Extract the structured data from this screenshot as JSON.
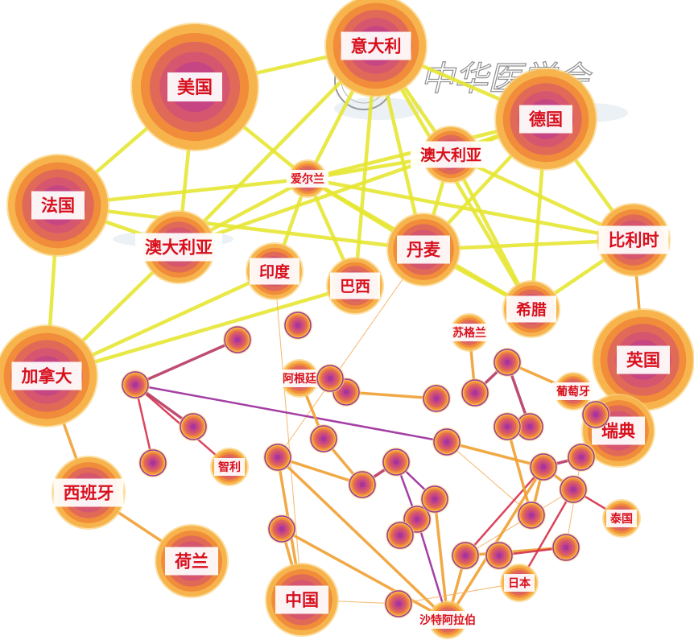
{
  "watermark": {
    "text": "中华医学会"
  },
  "nodes": [
    {
      "id": "usa",
      "label": "美国",
      "size": "xl"
    },
    {
      "id": "italy",
      "label": "意大利",
      "size": "l"
    },
    {
      "id": "germany",
      "label": "德国",
      "size": "l"
    },
    {
      "id": "australia_top",
      "label": "澳大利亚",
      "size": "s"
    },
    {
      "id": "ireland",
      "label": "爱尔兰",
      "size": "xs"
    },
    {
      "id": "france",
      "label": "法国",
      "size": "l"
    },
    {
      "id": "australia",
      "label": "澳大利亚",
      "size": "m"
    },
    {
      "id": "india",
      "label": "印度",
      "size": "s"
    },
    {
      "id": "brazil",
      "label": "巴西",
      "size": "s"
    },
    {
      "id": "denmark",
      "label": "丹麦",
      "size": "m"
    },
    {
      "id": "belgium",
      "label": "比利时",
      "size": "m"
    },
    {
      "id": "greece",
      "label": "希腊",
      "size": "s"
    },
    {
      "id": "uk",
      "label": "英国",
      "size": "l"
    },
    {
      "id": "canada",
      "label": "加拿大",
      "size": "l"
    },
    {
      "id": "scotland",
      "label": "苏格兰",
      "size": "xs"
    },
    {
      "id": "argentina",
      "label": "阿根廷",
      "size": "xs"
    },
    {
      "id": "portugal",
      "label": "葡萄牙",
      "size": "xs"
    },
    {
      "id": "sweden",
      "label": "瑞典",
      "size": "m"
    },
    {
      "id": "chile",
      "label": "智利",
      "size": "xs"
    },
    {
      "id": "spain",
      "label": "西班牙",
      "size": "m"
    },
    {
      "id": "thailand",
      "label": "泰国",
      "size": "xs"
    },
    {
      "id": "netherlands",
      "label": "荷兰",
      "size": "m"
    },
    {
      "id": "japan",
      "label": "日本",
      "size": "xs"
    },
    {
      "id": "china",
      "label": "中国",
      "size": "m"
    },
    {
      "id": "saudi",
      "label": "沙特阿拉伯",
      "size": "xs"
    },
    {
      "id": "u1",
      "label": "",
      "size": "xxs"
    },
    {
      "id": "u2",
      "label": "",
      "size": "xxs"
    },
    {
      "id": "u3",
      "label": "",
      "size": "xxs"
    },
    {
      "id": "u4",
      "label": "",
      "size": "xxs"
    },
    {
      "id": "u5",
      "label": "",
      "size": "xxs"
    },
    {
      "id": "u6",
      "label": "",
      "size": "xxs"
    },
    {
      "id": "u7",
      "label": "",
      "size": "xxs"
    },
    {
      "id": "u8",
      "label": "",
      "size": "xxs"
    },
    {
      "id": "u9",
      "label": "",
      "size": "xxs"
    },
    {
      "id": "u10",
      "label": "",
      "size": "xxs"
    },
    {
      "id": "u11",
      "label": "",
      "size": "xxs"
    },
    {
      "id": "u12",
      "label": "",
      "size": "xxs"
    },
    {
      "id": "u13",
      "label": "",
      "size": "xxs"
    },
    {
      "id": "u14",
      "label": "",
      "size": "xxs"
    },
    {
      "id": "u15",
      "label": "",
      "size": "xxs"
    },
    {
      "id": "u16",
      "label": "",
      "size": "xxs"
    },
    {
      "id": "u17",
      "label": "",
      "size": "xxs"
    },
    {
      "id": "u18",
      "label": "",
      "size": "xxs"
    },
    {
      "id": "u19",
      "label": "",
      "size": "xxs"
    },
    {
      "id": "u20",
      "label": "",
      "size": "xxs"
    },
    {
      "id": "u21",
      "label": "",
      "size": "xxs"
    },
    {
      "id": "u22",
      "label": "",
      "size": "xxs"
    },
    {
      "id": "u23",
      "label": "",
      "size": "xxs"
    },
    {
      "id": "u24",
      "label": "",
      "size": "xxs"
    },
    {
      "id": "u25",
      "label": "",
      "size": "xxs"
    },
    {
      "id": "u26",
      "label": "",
      "size": "xxs"
    },
    {
      "id": "u27",
      "label": "",
      "size": "xxs"
    },
    {
      "id": "u28",
      "label": "",
      "size": "xxs"
    },
    {
      "id": "u29",
      "label": "",
      "size": "xxs"
    },
    {
      "id": "u30",
      "label": "",
      "size": "xxs"
    }
  ],
  "edges": [
    [
      "usa",
      "italy",
      "y"
    ],
    [
      "usa",
      "australia",
      "y"
    ],
    [
      "usa",
      "france",
      "y"
    ],
    [
      "usa",
      "ireland",
      "y"
    ],
    [
      "italy",
      "germany",
      "y"
    ],
    [
      "italy",
      "ireland",
      "y"
    ],
    [
      "italy",
      "denmark",
      "y"
    ],
    [
      "italy",
      "australia",
      "y"
    ],
    [
      "italy",
      "brazil",
      "y"
    ],
    [
      "italy",
      "greece",
      "y"
    ],
    [
      "italy",
      "australia_top",
      "y"
    ],
    [
      "germany",
      "australia_top",
      "y"
    ],
    [
      "germany",
      "belgium",
      "y"
    ],
    [
      "germany",
      "denmark",
      "y"
    ],
    [
      "germany",
      "greece",
      "y"
    ],
    [
      "germany",
      "ireland",
      "y"
    ],
    [
      "germany",
      "australia",
      "y"
    ],
    [
      "australia_top",
      "ireland",
      "y"
    ],
    [
      "australia_top",
      "denmark",
      "y"
    ],
    [
      "australia_top",
      "greece",
      "y"
    ],
    [
      "australia_top",
      "belgium",
      "y"
    ],
    [
      "ireland",
      "france",
      "y"
    ],
    [
      "ireland",
      "australia",
      "y"
    ],
    [
      "ireland",
      "india",
      "y"
    ],
    [
      "ireland",
      "brazil",
      "y"
    ],
    [
      "ireland",
      "denmark",
      "y"
    ],
    [
      "ireland",
      "belgium",
      "y"
    ],
    [
      "ireland",
      "greece",
      "y"
    ],
    [
      "france",
      "australia",
      "y"
    ],
    [
      "france",
      "canada",
      "y"
    ],
    [
      "france",
      "denmark",
      "y"
    ],
    [
      "australia",
      "canada",
      "y"
    ],
    [
      "india",
      "canada",
      "y"
    ],
    [
      "brazil",
      "canada",
      "y"
    ],
    [
      "denmark",
      "belgium",
      "y"
    ],
    [
      "denmark",
      "greece",
      "y"
    ],
    [
      "belgium",
      "greece",
      "y"
    ],
    [
      "belgium",
      "uk",
      "o"
    ],
    [
      "canada",
      "spain",
      "o"
    ],
    [
      "spain",
      "netherlands",
      "o"
    ],
    [
      "denmark",
      "u7",
      "ot"
    ],
    [
      "india",
      "china",
      "ot"
    ],
    [
      "scotland",
      "u5",
      "o"
    ],
    [
      "u1",
      "u2",
      "m"
    ],
    [
      "u1",
      "chile",
      "r"
    ],
    [
      "u1",
      "u3",
      "m"
    ],
    [
      "u1",
      "u4",
      "r"
    ],
    [
      "u1",
      "u15",
      "p"
    ],
    [
      "argentina",
      "u6",
      "o"
    ],
    [
      "u8",
      "u9",
      "o"
    ],
    [
      "u6",
      "u10",
      "o"
    ],
    [
      "u10",
      "u11",
      "m"
    ],
    [
      "u11",
      "u12",
      "p"
    ],
    [
      "u11",
      "u13",
      "p"
    ],
    [
      "u12",
      "u13",
      "m"
    ],
    [
      "u14",
      "u13",
      "p"
    ],
    [
      "u7",
      "u10",
      "o"
    ],
    [
      "u7",
      "china",
      "o"
    ],
    [
      "china",
      "u16",
      "o"
    ],
    [
      "u7",
      "saudi",
      "o"
    ],
    [
      "u16",
      "saudi",
      "o"
    ],
    [
      "u12",
      "saudi",
      "p"
    ],
    [
      "u13",
      "saudi",
      "o"
    ],
    [
      "u15",
      "u17",
      "o"
    ],
    [
      "u15",
      "u18",
      "ot"
    ],
    [
      "u17",
      "u19",
      "r"
    ],
    [
      "u17",
      "u18",
      "o"
    ],
    [
      "u19",
      "u20",
      "o"
    ],
    [
      "u17",
      "u21",
      "o"
    ],
    [
      "u21",
      "japan",
      "r"
    ],
    [
      "thailand",
      "u21",
      "r"
    ],
    [
      "u17",
      "u22",
      "m"
    ],
    [
      "u19",
      "u21",
      "ot"
    ],
    [
      "u5",
      "u23",
      "m"
    ],
    [
      "u23",
      "u24",
      "m"
    ],
    [
      "u23",
      "portugal",
      "o"
    ],
    [
      "u25",
      "sweden",
      "o"
    ],
    [
      "portugal",
      "u25",
      "o"
    ],
    [
      "u17",
      "saudi",
      "o"
    ],
    [
      "u19",
      "saudi",
      "o"
    ],
    [
      "u20",
      "u26",
      "r"
    ],
    [
      "u22",
      "u20",
      "ot"
    ],
    [
      "u18",
      "u27",
      "o"
    ],
    [
      "china",
      "u28",
      "ot"
    ],
    [
      "u28",
      "japan",
      "ot"
    ]
  ]
}
